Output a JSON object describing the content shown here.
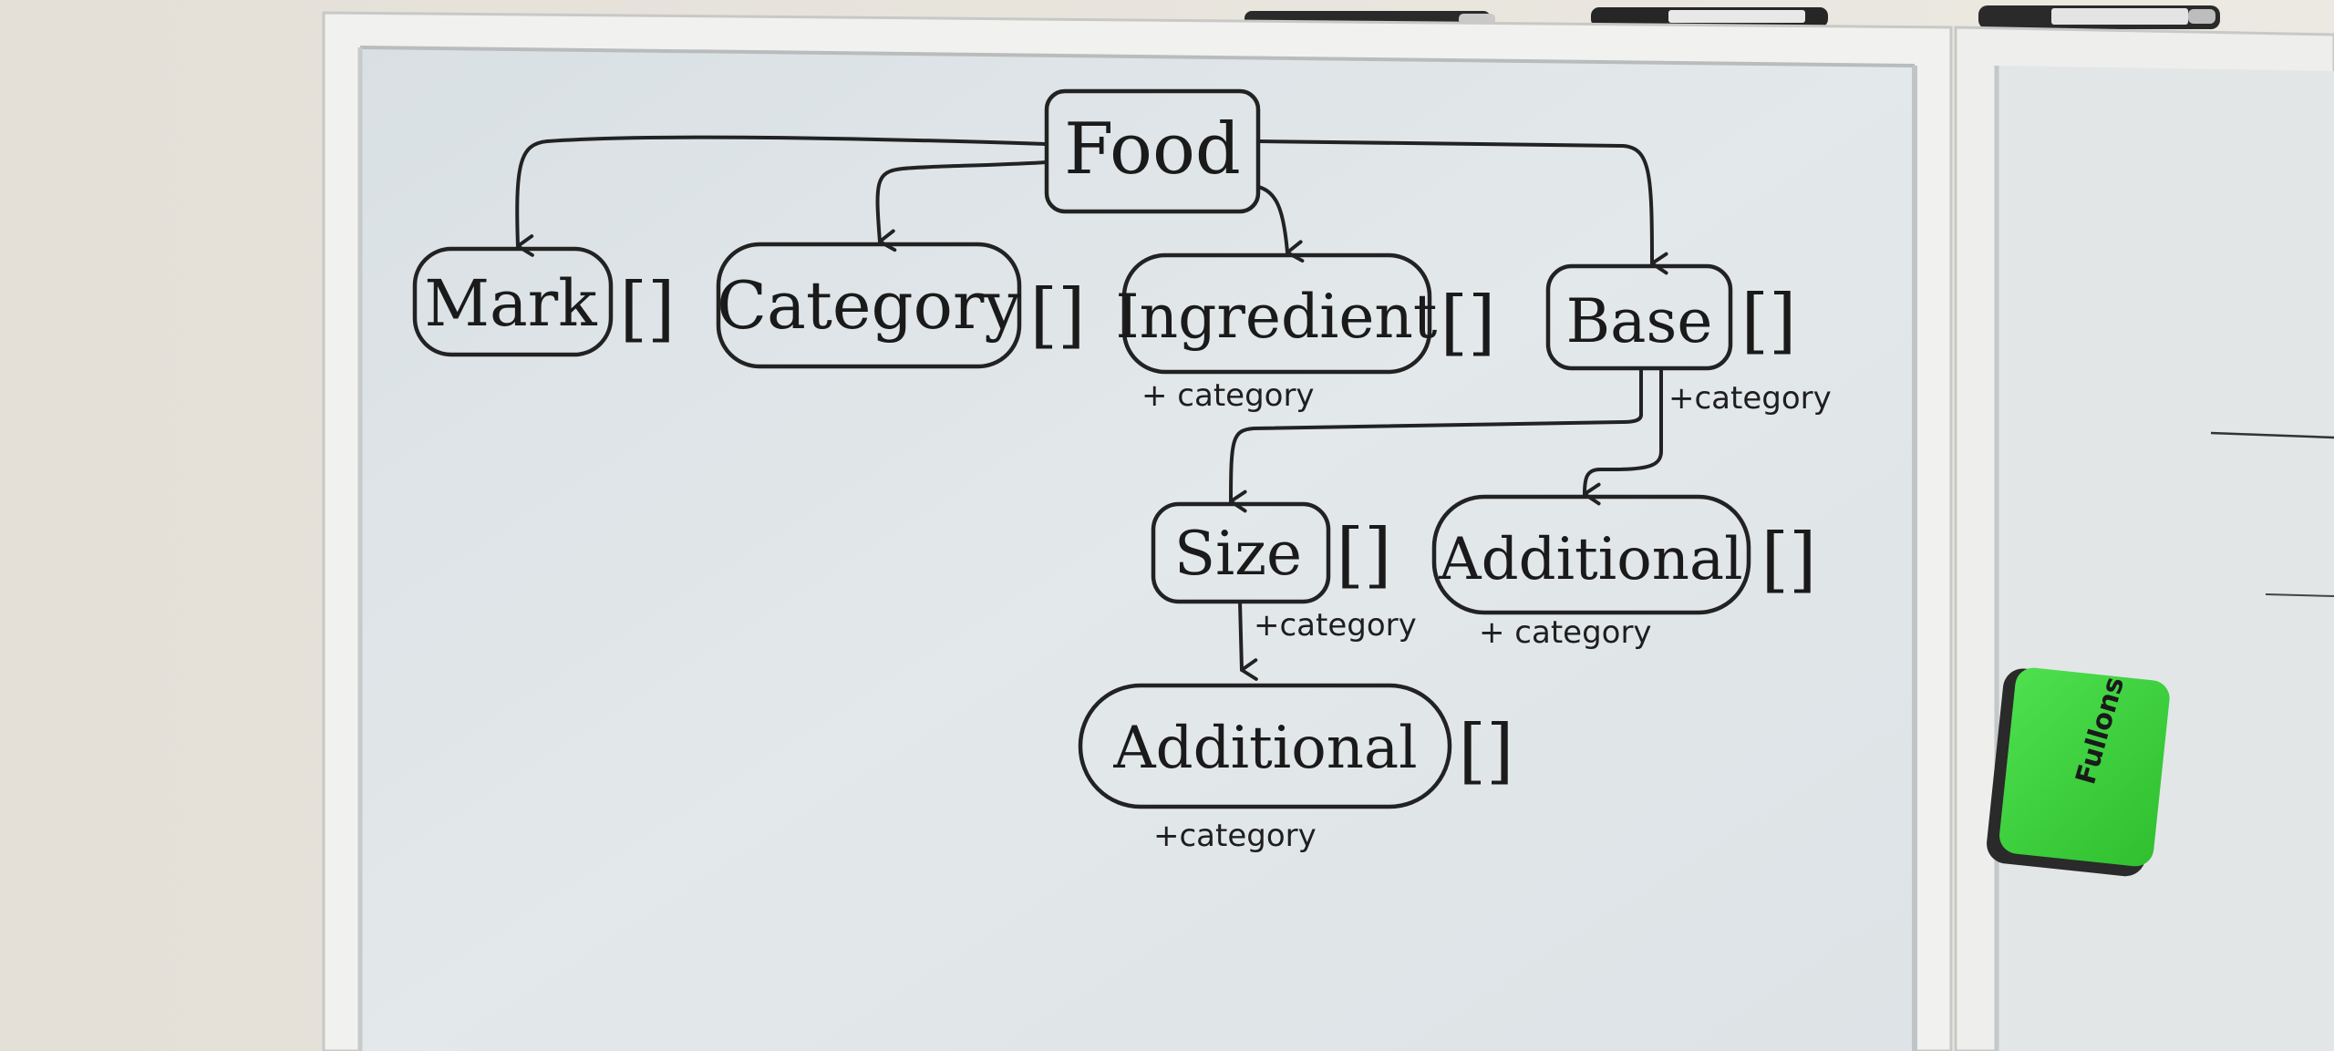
{
  "board": {
    "colors": {
      "wall": "#e9e6df",
      "board": "#dfe5e8",
      "frame": "#f2f2f0",
      "ink": "#1e1e1e",
      "eraser": "#3dd13d"
    }
  },
  "nodes": {
    "food": {
      "label": "Food"
    },
    "mark": {
      "label": "Mark",
      "suffix": "[]"
    },
    "category": {
      "label": "Category",
      "suffix": "[]"
    },
    "ingredient": {
      "label": "Ingredient",
      "suffix": "[]",
      "note": "+ category"
    },
    "base": {
      "label": "Base",
      "suffix": "[]",
      "note": "+category"
    },
    "size": {
      "label": "Size",
      "suffix": "[]",
      "note": "+category"
    },
    "additional_1": {
      "label": "Additional",
      "suffix": "[]",
      "note": "+ category"
    },
    "additional_2": {
      "label": "Additional",
      "suffix": "[]",
      "note": "+category"
    }
  },
  "eraser": {
    "brand": "Fullons",
    "icon": "eraser-icon"
  },
  "markers": {
    "icon": "marker-icon",
    "count": 3
  }
}
